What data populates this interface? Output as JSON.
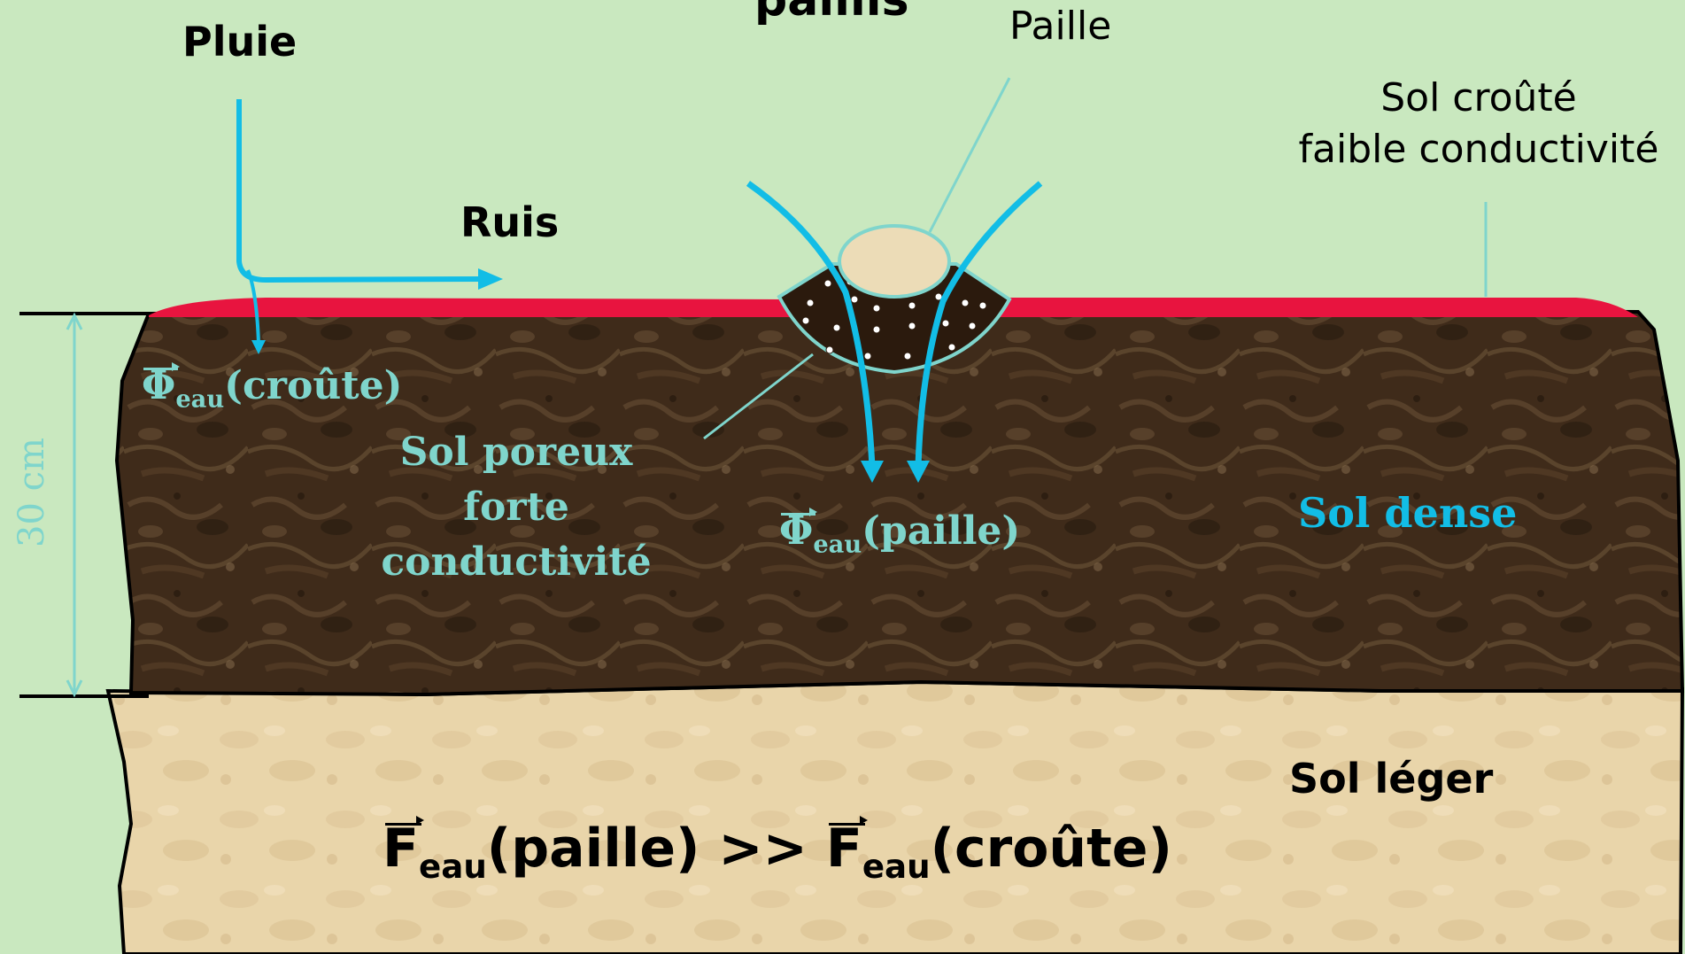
{
  "title_fragment": "paillis",
  "labels": {
    "pluie": "Pluie",
    "ruis": "Ruis",
    "paille": "Paille",
    "sol_croute_line1": "Sol croûté",
    "sol_croute_line2": "faible conductivité",
    "phi_symbol": "Φ",
    "phi_sub": "eau",
    "phi_croute_suffix": "(croûte)",
    "phi_paille_suffix": "(paille)",
    "sol_poreux_line1": "Sol poreux",
    "sol_poreux_line2": "forte conductivité",
    "sol_dense": "Sol dense",
    "sol_leger": "Sol léger",
    "depth": "30 cm"
  },
  "formula": {
    "symbol": "F",
    "sub": "eau",
    "left_suffix": "(paille)",
    "relation": ">>",
    "right_suffix": "(croûte)"
  },
  "colors": {
    "background": "#c9e8bf",
    "topsoil": "#3e2a19",
    "subsoil": "#e8d3a8",
    "crust": "#e8143f",
    "water_arrow": "#12bde6",
    "annotation": "#7fd5cc"
  }
}
